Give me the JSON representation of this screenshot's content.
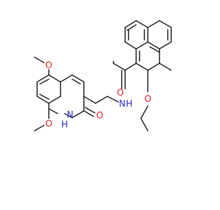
{
  "molecule": {
    "atom_labels": {
      "amide_nh": "N",
      "amide_h": "H",
      "amide_o": "O",
      "ethoxy_o": "O",
      "methoxy5_o": "O",
      "methoxy8_o": "O",
      "lactam_nh": "N",
      "lactam_h": "H",
      "lactam_o": "O"
    }
  }
}
